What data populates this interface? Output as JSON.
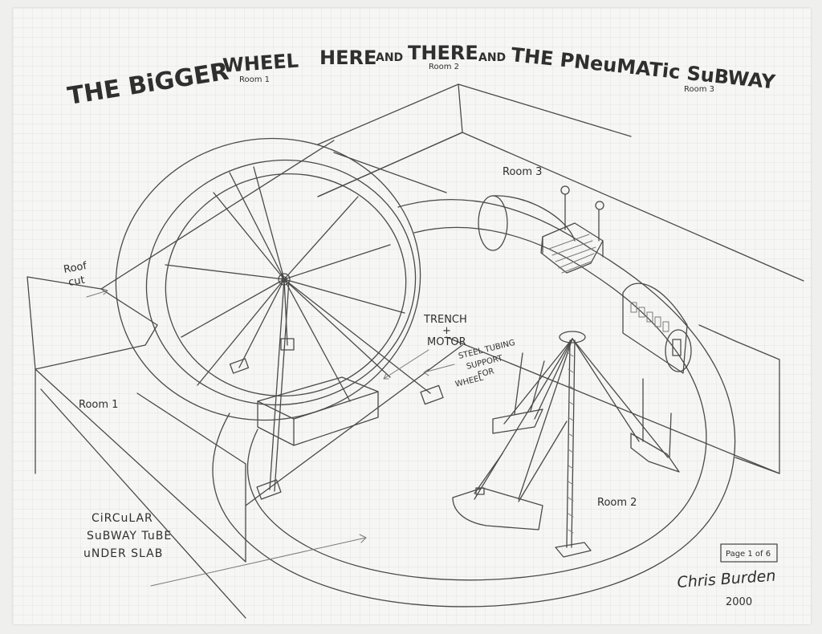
{
  "title": {
    "part1": "THE BiGGER",
    "part2": "WHEEL",
    "part3": "HERE",
    "and1": "AND",
    "part4": "THERE",
    "and2": "AND",
    "part5": "THE PNeuMATic SuBWAY"
  },
  "room_keys": {
    "room1": "Room 1",
    "room2": "Room 2",
    "room3": "Room 3"
  },
  "labels": {
    "roof_line1": "Roof",
    "roof_line2": "cut",
    "room3_floor": "Room 3",
    "trench_line1": "TRENCH",
    "trench_line2": "+",
    "trench_line3": "MOTOR",
    "steel_line1": "STEEL TUBING",
    "steel_line2": "SUPPORT",
    "steel_line3": "FOR",
    "steel_line4": "WHEEL",
    "room1_floor": "Room 1",
    "room2_floor": "Room 2",
    "subway_line1": "CiRCuLAR",
    "subway_line2": "SuBWAY TuBE",
    "subway_line3": "uNDER SLAB"
  },
  "page_box": "Page 1 of 6",
  "signature": {
    "name": "Chris Burden",
    "year": "2000"
  }
}
